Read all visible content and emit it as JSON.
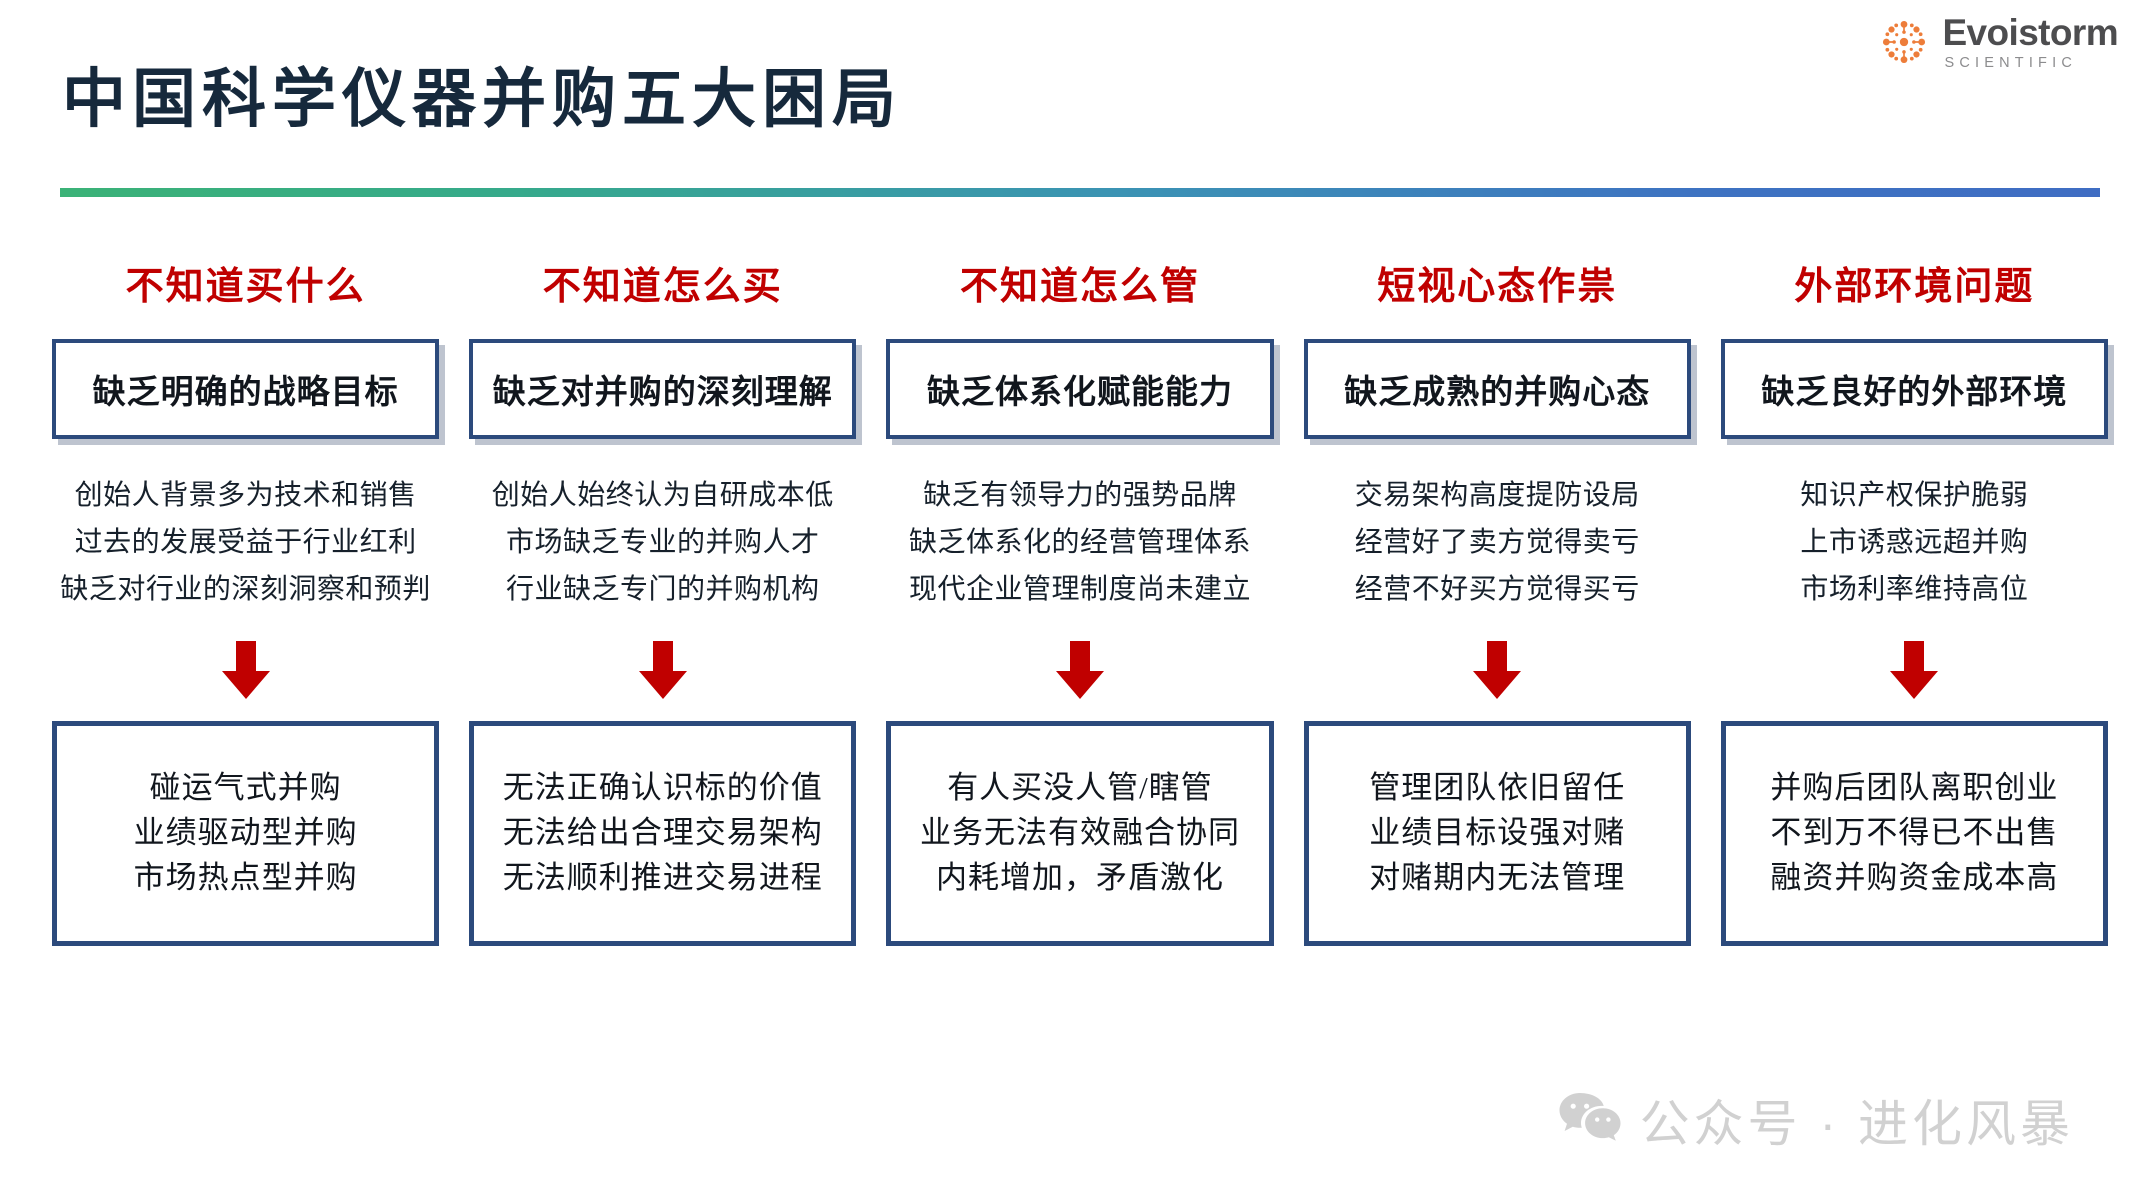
{
  "brand": {
    "name": "Evoistorm",
    "subtitle": "SCIENTIFIC",
    "mark_color": "#ed7d3a",
    "name_color": "#4d4d4f"
  },
  "title": "中国科学仪器并购五大困局",
  "divider": {
    "from_color": "#3bb277",
    "to_color": "#3f6dc3"
  },
  "palette": {
    "header_red": "#c00000",
    "box_border": "#2c4a7c",
    "arrow_red": "#c00000",
    "title_navy": "#16293c"
  },
  "columns": [
    {
      "header": "不知道买什么",
      "top_box": "缺乏明确的战略目标",
      "bullets": [
        "创始人背景多为技术和销售",
        "过去的发展受益于行业红利",
        "缺乏对行业的深刻洞察和预判"
      ],
      "arrow": "down-arrow-icon",
      "outcomes": [
        "碰运气式并购",
        "业绩驱动型并购",
        "市场热点型并购"
      ]
    },
    {
      "header": "不知道怎么买",
      "top_box": "缺乏对并购的深刻理解",
      "bullets": [
        "创始人始终认为自研成本低",
        "市场缺乏专业的并购人才",
        "行业缺乏专门的并购机构"
      ],
      "arrow": "down-arrow-icon",
      "outcomes": [
        "无法正确认识标的价值",
        "无法给出合理交易架构",
        "无法顺利推进交易进程"
      ]
    },
    {
      "header": "不知道怎么管",
      "top_box": "缺乏体系化赋能能力",
      "bullets": [
        "缺乏有领导力的强势品牌",
        "缺乏体系化的经营管理体系",
        "现代企业管理制度尚未建立"
      ],
      "arrow": "down-arrow-icon",
      "outcomes": [
        "有人买没人管/瞎管",
        "业务无法有效融合协同",
        "内耗增加，矛盾激化"
      ]
    },
    {
      "header": "短视心态作祟",
      "top_box": "缺乏成熟的并购心态",
      "bullets": [
        "交易架构高度提防设局",
        "经营好了卖方觉得卖亏",
        "经营不好买方觉得买亏"
      ],
      "arrow": "down-arrow-icon",
      "outcomes": [
        "管理团队依旧留任",
        "业绩目标设强对赌",
        "对赌期内无法管理"
      ]
    },
    {
      "header": "外部环境问题",
      "top_box": "缺乏良好的外部环境",
      "bullets": [
        "知识产权保护脆弱",
        "上市诱惑远超并购",
        "市场利率维持高位"
      ],
      "arrow": "down-arrow-icon",
      "outcomes": [
        "并购后团队离职创业",
        "不到万不得已不出售",
        "融资并购资金成本高"
      ]
    }
  ],
  "watermark": {
    "icon": "wechat-icon",
    "text": "公众号 · 进化风暴"
  }
}
